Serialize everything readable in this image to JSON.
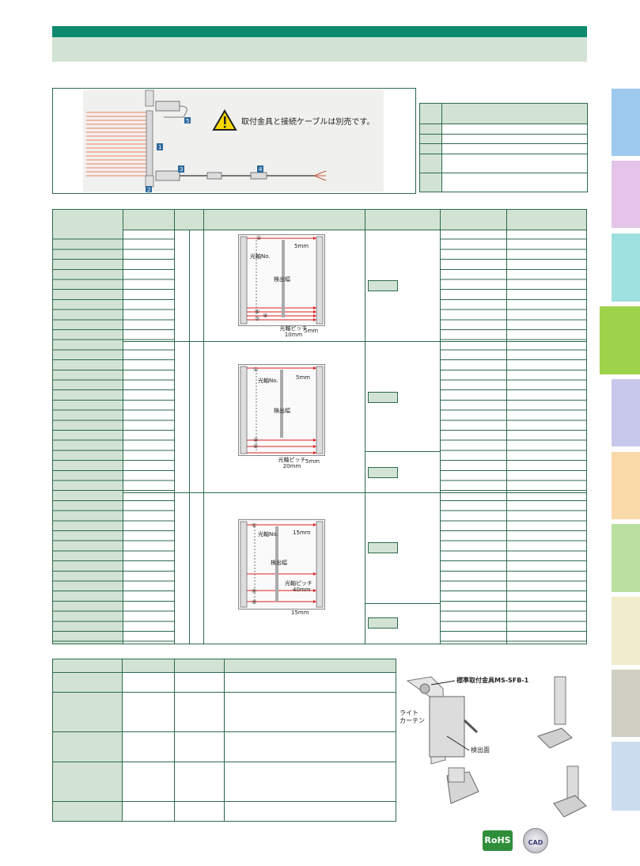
{
  "overview": {
    "warning_text": "取付金具と接続ケーブルは別売です。",
    "callouts": [
      "1",
      "2",
      "3",
      "4",
      "5"
    ]
  },
  "diagrams": [
    {
      "beam_no": "光軸No.",
      "detect_width": "検出幅",
      "top_gap": "5mm",
      "pitch": "光軸ピッチ",
      "pitch_value": "10mm",
      "bottom_gap": "5mm",
      "markers": [
        "①",
        "②",
        "③",
        "④"
      ]
    },
    {
      "beam_no": "光軸No.",
      "detect_width": "検出幅",
      "top_gap": "5mm",
      "pitch": "光軸ピッチ",
      "pitch_value": "20mm",
      "bottom_gap": "5mm",
      "markers": [
        "①",
        "②",
        "③"
      ]
    },
    {
      "beam_no": "光軸No.",
      "detect_width": "検出幅",
      "top_gap": "15mm",
      "pitch": "光軸ピッチ",
      "pitch_value": "40mm",
      "bottom_gap": "15mm",
      "markers": [
        "①",
        "②",
        "③"
      ]
    }
  ],
  "bracket": {
    "bracket_label": "標準取付金具MS-SFB-1",
    "light_curtain": "ライト",
    "light_curtain_2": "カーテン",
    "detect_face": "検出面"
  },
  "logos": {
    "rohs": "RoHS",
    "cad": "CAD"
  },
  "colors": {
    "brand_green": "#0d8a6e",
    "header_fill": "#d2e3d3",
    "beam_red": "#e02020",
    "side_tabs": [
      "#9dc9ee",
      "#e4c4e9",
      "#9fe0e0",
      "#9fd24b",
      "#c8c8ec",
      "#fad9a8",
      "#b9e0a0",
      "#f1eccb",
      "#cfcfc4",
      "#cbdcef"
    ]
  }
}
